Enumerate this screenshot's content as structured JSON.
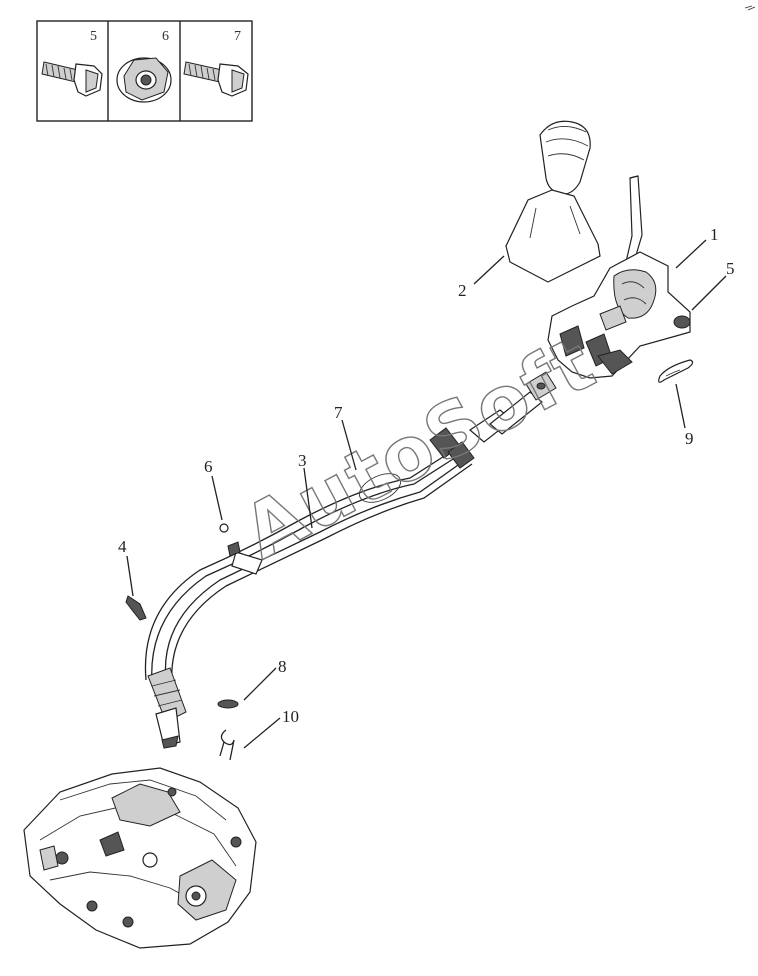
{
  "inset": {
    "cells": [
      {
        "num": "5",
        "icon": "bolt-icon"
      },
      {
        "num": "6",
        "icon": "flange-nut-icon"
      },
      {
        "num": "7",
        "icon": "bolt-icon"
      }
    ]
  },
  "callouts": [
    {
      "id": "1",
      "label": "1"
    },
    {
      "id": "2",
      "label": "2"
    },
    {
      "id": "3",
      "label": "3"
    },
    {
      "id": "4",
      "label": "4"
    },
    {
      "id": "5",
      "label": "5"
    },
    {
      "id": "6",
      "label": "6"
    },
    {
      "id": "7",
      "label": "7"
    },
    {
      "id": "8",
      "label": "8"
    },
    {
      "id": "9",
      "label": "9"
    },
    {
      "id": "10",
      "label": "10"
    }
  ],
  "watermark": "AutoSoft"
}
